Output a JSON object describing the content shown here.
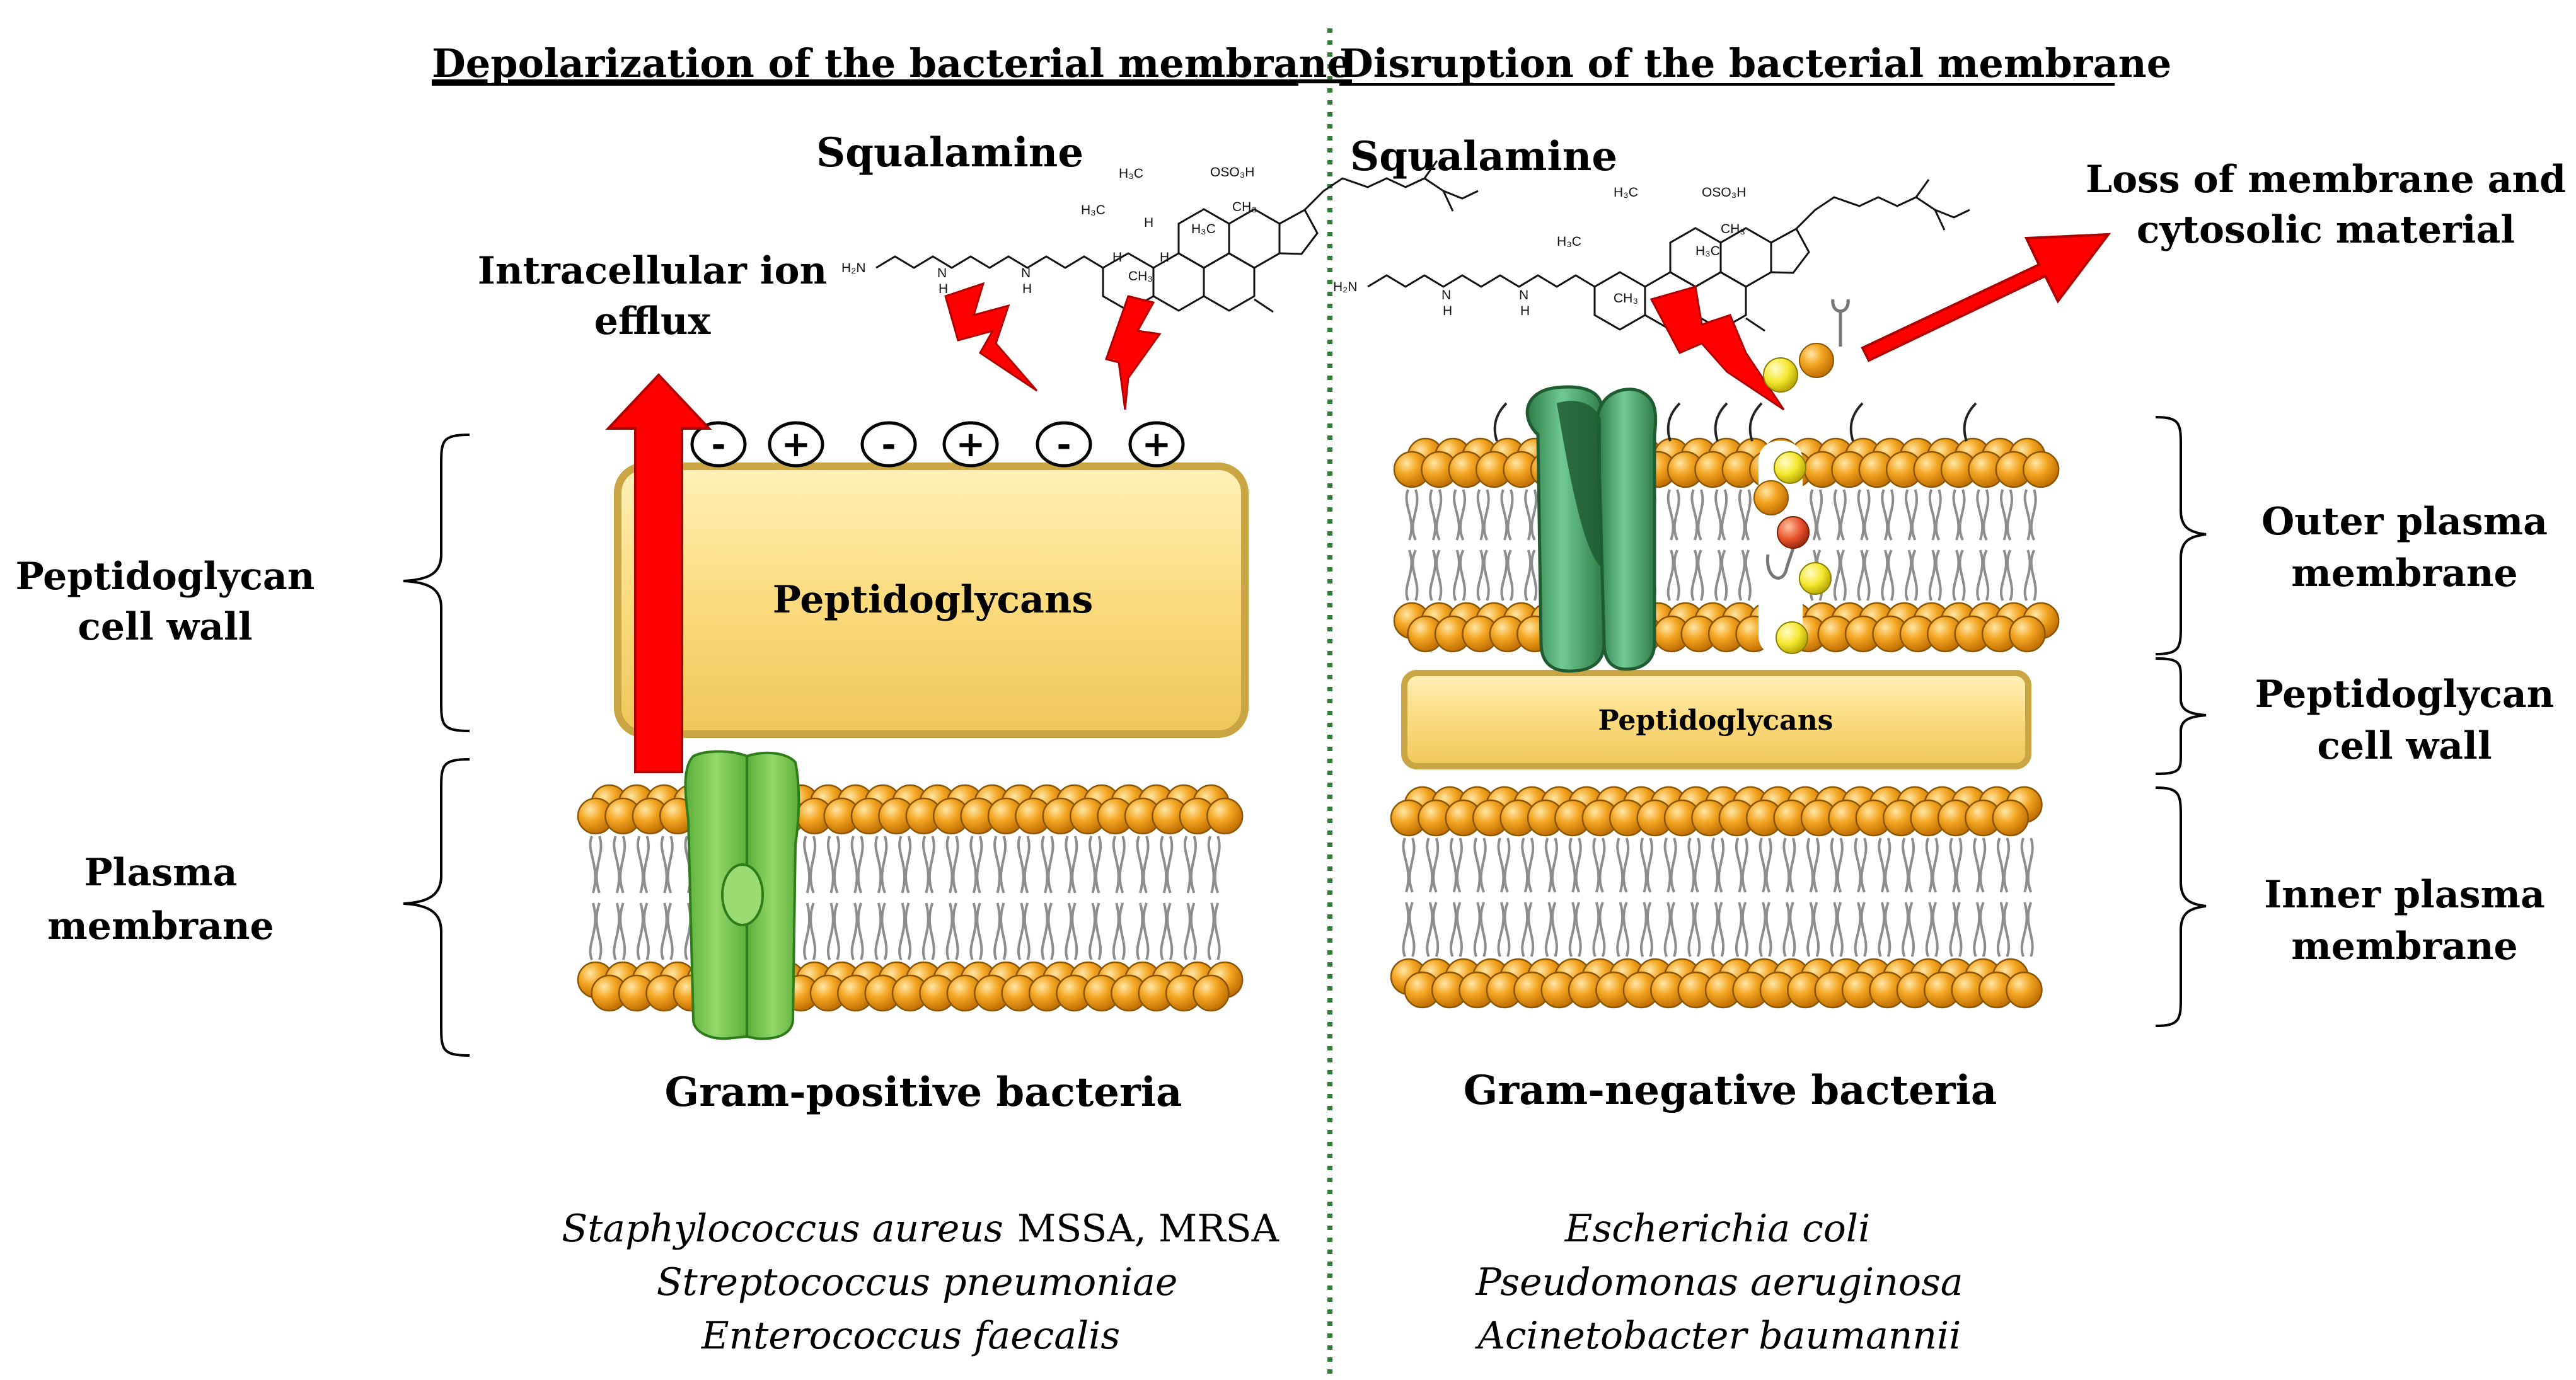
{
  "left": {
    "heading": "Depolarization of the bacterial membrane",
    "drug": "Squalamine",
    "efflux_label": [
      "Intracellular ion",
      "efflux"
    ],
    "charges": [
      "-",
      "+",
      "-",
      "+",
      "-",
      "+"
    ],
    "wall_label": "Peptidoglycans",
    "side_labels": {
      "wall": [
        "Peptidoglycan",
        "cell wall"
      ],
      "membrane": [
        "Plasma",
        "membrane"
      ]
    },
    "bacteria_type": "Gram-positive bacteria",
    "species": [
      {
        "name": "Staphylococcus aureus",
        "suffix": "MSSA, MRSA"
      },
      {
        "name": "Streptococcus pneumoniae",
        "suffix": ""
      },
      {
        "name": "Enterococcus faecalis",
        "suffix": ""
      }
    ]
  },
  "right": {
    "heading": "Disruption of the bacterial membrane",
    "drug": "Squalamine",
    "loss_label": [
      "Loss of membrane and",
      "cytosolic material"
    ],
    "wall_label": "Peptidoglycans",
    "side_labels": {
      "outer": [
        "Outer plasma",
        "membrane"
      ],
      "wall": [
        "Peptidoglycan",
        "cell wall"
      ],
      "inner": [
        "Inner plasma",
        "membrane"
      ]
    },
    "bacteria_type": "Gram-negative bacteria",
    "species": [
      {
        "name": "Escherichia coli"
      },
      {
        "name": "Pseudomonas aeruginosa"
      },
      {
        "name": "Acinetobacter baumannii"
      }
    ]
  },
  "molecule_labels": {
    "amine": "H2N",
    "nh": "H",
    "n": "N",
    "methyl": "H3C",
    "ch3": "CH3",
    "sulfate": "OSO3H",
    "h": "H"
  },
  "colors": {
    "head": "#F0A020",
    "head_stroke": "#8A5600",
    "wall_fill": "#FBDB7E",
    "wall_edge": "#C9A544",
    "arrow_red": "#FF0000",
    "channel_green": "#7DCB55",
    "porin_green": "#4CAF72",
    "porin_dark": "#1F5C32",
    "divider": "#2E7D32",
    "yellow_particle": "#F6E832",
    "orange_particle": "#F39A1A"
  }
}
